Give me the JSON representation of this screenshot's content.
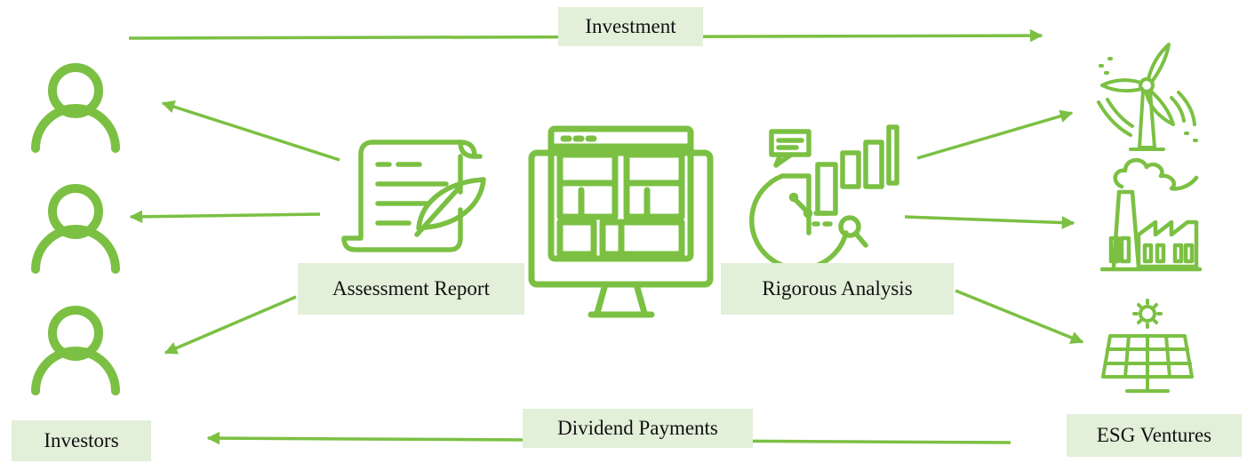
{
  "labels": {
    "investment": "Investment",
    "assessment_report": "Assessment Report",
    "rigorous_analysis": "Rigorous Analysis",
    "dividend_payments": "Dividend Payments",
    "investors": "Investors",
    "esg_ventures": "ESG Ventures"
  },
  "icons": [
    "person-icon",
    "person-icon",
    "person-icon",
    "document-quill-icon",
    "computer-monitor-icon",
    "analytics-chart-icon",
    "wind-turbine-icon",
    "factory-icon",
    "solar-panel-icon"
  ],
  "colors": {
    "accent_green": "#7bc043",
    "label_background": "#e2efd9"
  }
}
